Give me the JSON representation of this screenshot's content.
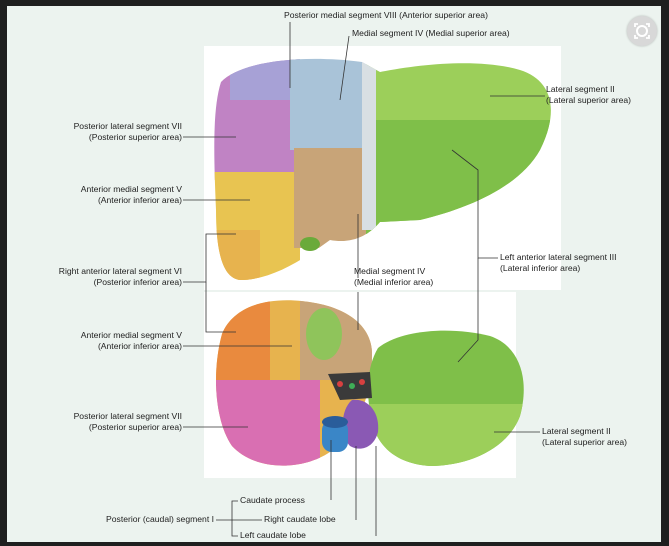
{
  "labels": {
    "post_medial_viii": "Posterior medial segment VIII (Anterior superior area)",
    "medial_iv_top": "Medial segment IV (Medial superior area)",
    "lateral_ii_top_1": "Lateral segment II",
    "lateral_ii_top_2": "(Lateral superior area)",
    "post_lateral_vii_top_1": "Posterior lateral segment VII",
    "post_lateral_vii_top_2": "(Posterior superior area)",
    "ant_medial_v_top_1": "Anterior medial segment V",
    "ant_medial_v_top_2": "(Anterior inferior area)",
    "right_ant_lateral_vi_1": "Right anterior lateral segment VI",
    "right_ant_lateral_vi_2": "(Posterior inferior area)",
    "medial_iv_mid_1": "Medial segment IV",
    "medial_iv_mid_2": "(Medial inferior area)",
    "left_ant_lateral_iii_1": "Left anterior lateral segment III",
    "left_ant_lateral_iii_2": "(Lateral inferior area)",
    "ant_medial_v_bot_1": "Anterior medial segment V",
    "ant_medial_v_bot_2": "(Anterior inferior area)",
    "post_lateral_vii_bot_1": "Posterior lateral segment VII",
    "post_lateral_vii_bot_2": "(Posterior superior area)",
    "lateral_ii_bot_1": "Lateral segment II",
    "lateral_ii_bot_2": "(Lateral superior area)",
    "caudate_process": "Caudate process",
    "posterior_caudal_i": "Posterior (caudal) segment I",
    "right_caudate_lobe": "Right caudate lobe",
    "left_caudate_lobe": "Left caudate lobe"
  },
  "icons": {
    "lens": "lens-icon"
  },
  "colors": {
    "segment_viii": "#a7a1d6",
    "segment_iv_superior": "#a9c3d8",
    "segment_vii": "#c083c4",
    "segment_v": "#e8c451",
    "segment_vi": "#e7b34e",
    "segment_ii": "#9ccf5a",
    "segment_iii": "#7fbf49",
    "segment_iv_inferior": "#c8a478",
    "segment_i": "#8a59b4",
    "vena_cava": "#3a86c7"
  }
}
